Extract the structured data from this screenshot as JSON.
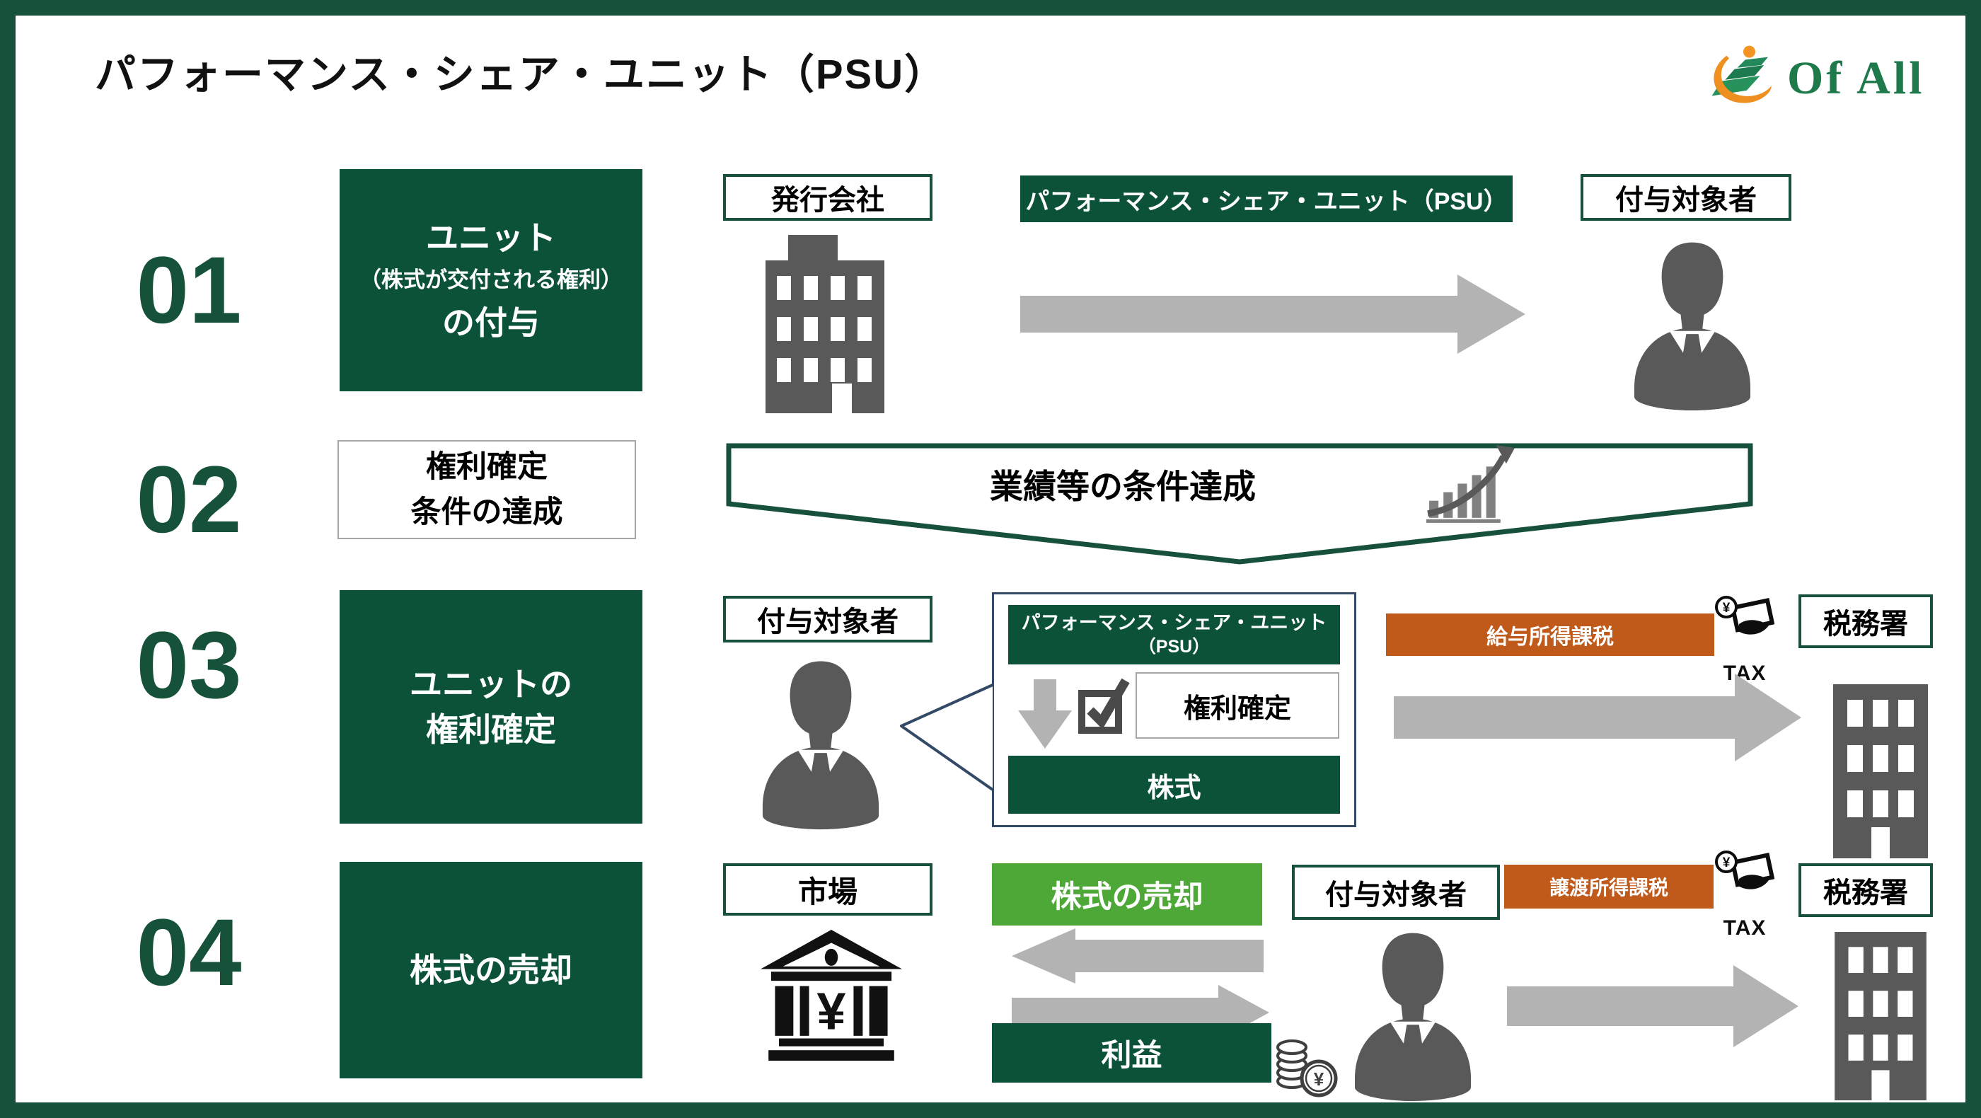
{
  "colors": {
    "frame_green": "#17513b",
    "dark_green": "#0b5239",
    "light_green": "#4ea838",
    "orange": "#c05a1b",
    "arrow_gray": "#b3b3b3",
    "icon_gray": "#595959",
    "number_green": "#155239",
    "callout_border": "#334a66"
  },
  "header": {
    "title": "パフォーマンス・シェア・ユニット（PSU）",
    "brand": "Of All"
  },
  "row1": {
    "step_no": "01",
    "step_line1": "ユニット",
    "step_line2": "（株式が交付される権利）",
    "step_line3": "の付与",
    "issuer_label": "発行会社",
    "psu_banner": "パフォーマンス・シェア・ユニット（PSU）",
    "grantee_label": "付与対象者"
  },
  "row2": {
    "step_no": "02",
    "step_line1": "権利確定",
    "step_line2": "条件の達成",
    "condition_text": "業績等の条件達成"
  },
  "row3": {
    "step_no": "03",
    "step_line1": "ユニットの",
    "step_line2": "権利確定",
    "grantee_label": "付与対象者",
    "callout_psu_line1": "パフォーマンス・シェア・ユニット",
    "callout_psu_line2": "（PSU）",
    "vesting_label": "権利確定",
    "shares_label": "株式",
    "tax_label": "給与所得課税",
    "tax_icon_text": "TAX",
    "tax_office_label": "税務署"
  },
  "row4": {
    "step_no": "04",
    "step_label": "株式の売却",
    "market_label": "市場",
    "sale_label": "株式の売却",
    "grantee_label": "付与対象者",
    "profit_label": "利益",
    "tax_label": "譲渡所得課税",
    "tax_icon_text": "TAX",
    "tax_office_label": "税務署"
  },
  "icons": {
    "yen": "¥"
  }
}
